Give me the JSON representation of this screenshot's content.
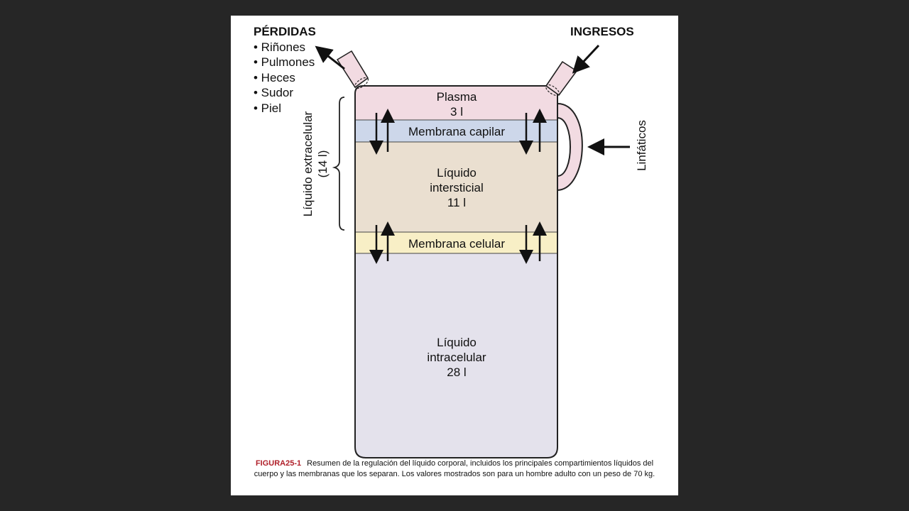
{
  "figure": {
    "losses": {
      "heading": "PÉRDIDAS",
      "items": [
        "• Riñones",
        "• Pulmones",
        "• Heces",
        "• Sudor",
        "• Piel"
      ]
    },
    "intake_heading": "INGRESOS",
    "lymph_label": "Linfáticos",
    "extracellular": {
      "label_line1": "Líquido extracelular",
      "label_line2": "(14 l)"
    },
    "compartments": {
      "plasma": {
        "name": "Plasma",
        "volume": "3 l",
        "color": "#f2dbe2"
      },
      "capillary_membrane": {
        "name": "Membrana capilar",
        "color": "#cdd7ea"
      },
      "interstitial": {
        "name_line1": "Líquido",
        "name_line2": "intersticial",
        "volume": "11 l",
        "color": "#eadfd0"
      },
      "cell_membrane": {
        "name": "Membrana celular",
        "color": "#f8efc6"
      },
      "intracellular": {
        "name_line1": "Líquido",
        "name_line2": "intracelular",
        "volume": "28 l",
        "color": "#e4e2ec"
      }
    },
    "caption": {
      "label": "FIGURA25-1",
      "text": "Resumen de la regulación del líquido corporal, incluidos los principales compartimientos líquidos del cuerpo y las membranas que los separan. Los valores mostrados son para un hombre adulto con un peso de 70 kg."
    },
    "colors": {
      "background": "#262626",
      "page": "#ffffff",
      "caption_label": "#b0202a"
    }
  }
}
